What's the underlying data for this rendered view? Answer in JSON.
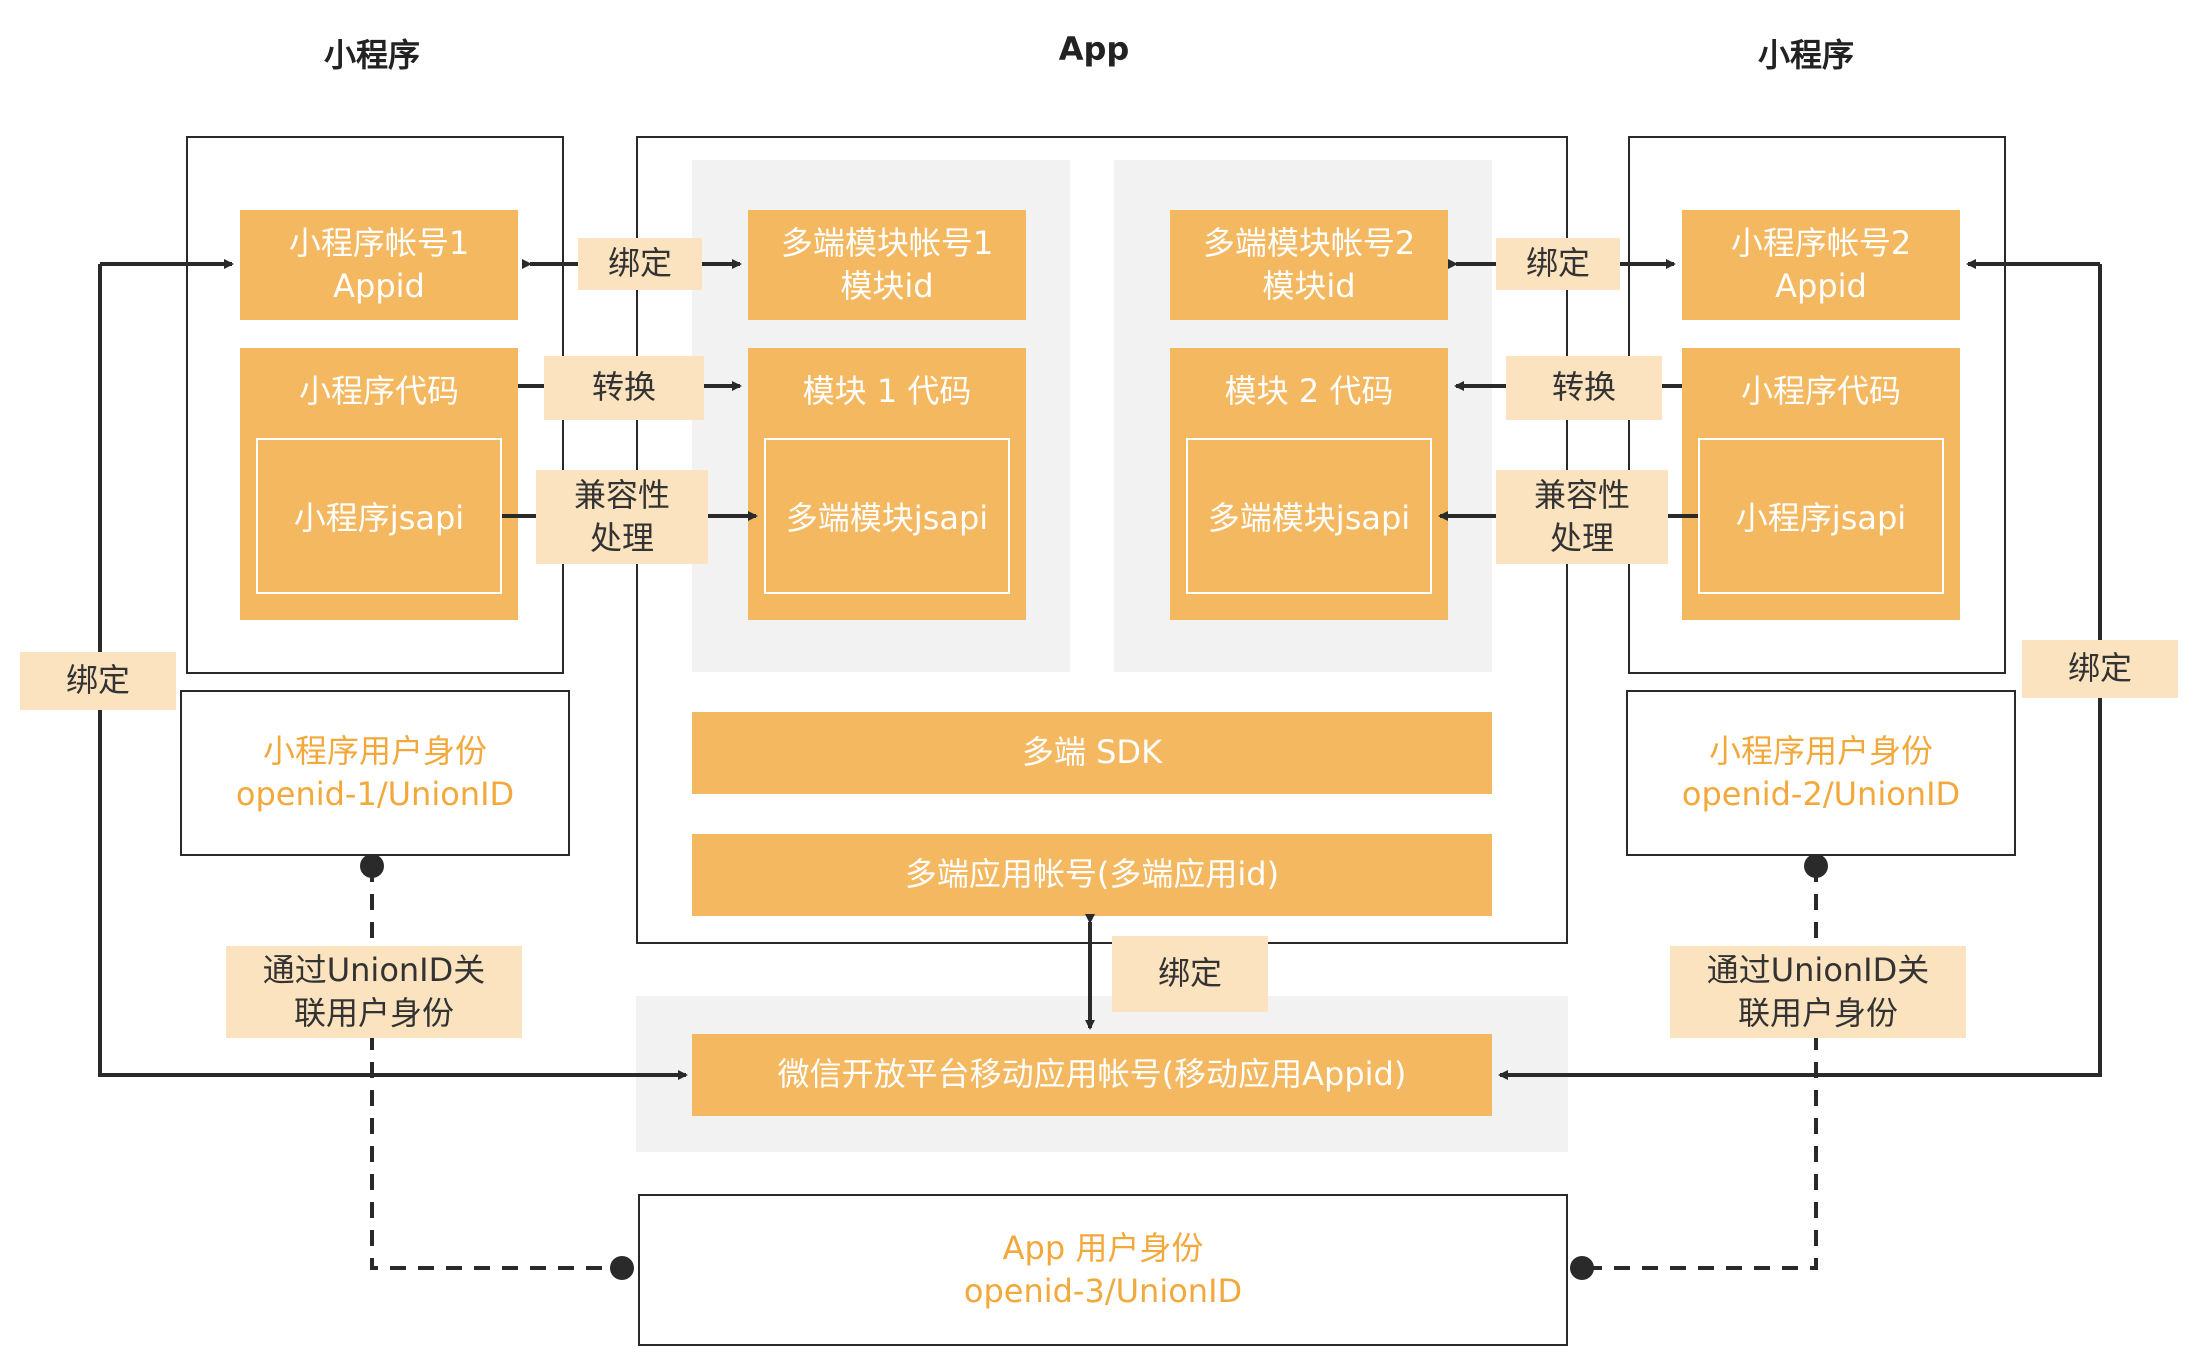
{
  "titles": {
    "left": "小程序",
    "center": "App",
    "right": "小程序"
  },
  "left": {
    "account_line1": "小程序帐号1",
    "account_line2": "Appid",
    "code": "小程序代码",
    "jsapi": "小程序jsapi",
    "identity_line1": "小程序用户身份",
    "identity_line2": "openid-1/UnionID"
  },
  "right": {
    "account_line1": "小程序帐号2",
    "account_line2": "Appid",
    "code": "小程序代码",
    "jsapi": "小程序jsapi",
    "identity_line1": "小程序用户身份",
    "identity_line2": "openid-2/UnionID"
  },
  "module1": {
    "account_line1": "多端模块帐号1",
    "account_line2": "模块id",
    "code": "模块 1 代码",
    "jsapi": "多端模块jsapi"
  },
  "module2": {
    "account_line1": "多端模块帐号2",
    "account_line2": "模块id",
    "code": "模块 2 代码",
    "jsapi": "多端模块jsapi"
  },
  "app": {
    "sdk": "多端 SDK",
    "app_account": "多端应用帐号(多端应用id)"
  },
  "platform": {
    "account": "微信开放平台移动应用帐号(移动应用Appid)"
  },
  "app_identity": {
    "line1": "App 用户身份",
    "line2": "openid-3/UnionID"
  },
  "tags": {
    "bind": "绑定",
    "convert": "转换",
    "compat_line1": "兼容性",
    "compat_line2": "处理",
    "union_line1": "通过UnionID关",
    "union_line2": "联用户身份"
  },
  "colors": {
    "orange": "#f4b860",
    "tag": "#fbe3bf",
    "identity_text": "#f3a83c",
    "line": "#2a2a2a",
    "gray_panel": "#f2f2f2"
  }
}
